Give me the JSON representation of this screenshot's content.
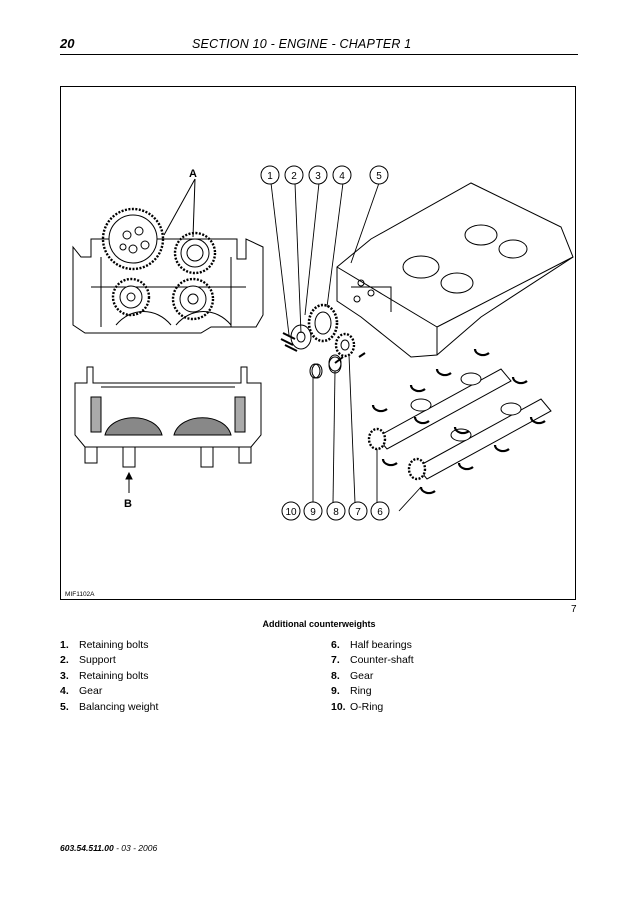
{
  "header": {
    "page_number": "20",
    "section_title": "SECTION 10 - ENGINE - CHAPTER 1"
  },
  "figure": {
    "code": "MIF1102A",
    "number": "7",
    "caption": "Additional counterweights",
    "letters": {
      "a": "A",
      "b": "B"
    },
    "callouts_top": [
      "1",
      "2",
      "3",
      "4",
      "5"
    ],
    "callouts_bottom": [
      "10",
      "9",
      "8",
      "7",
      "6"
    ]
  },
  "legend": {
    "left": [
      {
        "num": "1.",
        "text": "Retaining bolts"
      },
      {
        "num": "2.",
        "text": "Support"
      },
      {
        "num": "3.",
        "text": "Retaining bolts"
      },
      {
        "num": "4.",
        "text": "Gear"
      },
      {
        "num": "5.",
        "text": "Balancing weight"
      }
    ],
    "right": [
      {
        "num": "6.",
        "text": "Half bearings"
      },
      {
        "num": "7.",
        "text": "Counter-shaft"
      },
      {
        "num": "8.",
        "text": "Gear"
      },
      {
        "num": "9.",
        "text": "Ring"
      },
      {
        "num": "10.",
        "text": "O-Ring"
      }
    ]
  },
  "footer": {
    "code": "603.54.511.00",
    "date": " - 03 - 2006"
  }
}
